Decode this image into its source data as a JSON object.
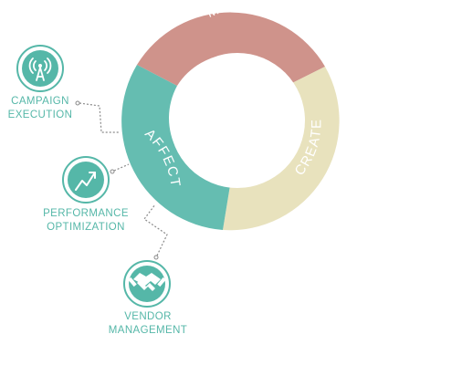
{
  "colors": {
    "measure": "#cf938b",
    "create": "#e8e2bd",
    "affect": "#65bdb1",
    "accent": "#55b7a8",
    "connector": "#8a8a8a"
  },
  "segments": {
    "measure": "MEASURE",
    "create": "CREATE",
    "affect": "AFFECT"
  },
  "nodes": {
    "campaign": {
      "icon": "broadcast-tower-icon",
      "line1": "CAMPAIGN",
      "line2": "EXECUTION"
    },
    "performance": {
      "icon": "trending-up-icon",
      "line1": "PERFORMANCE",
      "line2": "OPTIMIZATION"
    },
    "vendor": {
      "icon": "handshake-icon",
      "line1": "VENDOR",
      "line2": "MANAGEMENT"
    }
  }
}
